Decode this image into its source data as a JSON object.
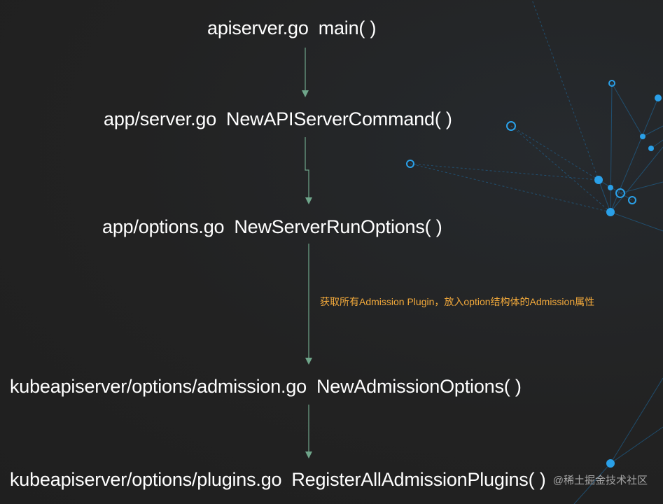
{
  "flow": {
    "nodes": [
      {
        "file": "apiserver.go",
        "func": "main( )"
      },
      {
        "file": "app/server.go",
        "func": "NewAPIServerCommand( )"
      },
      {
        "file": "app/options.go",
        "func": "NewServerRunOptions( )"
      },
      {
        "file": "kubeapiserver/options/admission.go",
        "func": "NewAdmissionOptions( )"
      },
      {
        "file": "kubeapiserver/options/plugins.go",
        "func": "RegisterAllAdmissionPlugins( )"
      }
    ],
    "annotation": "获取所有Admission Plugin，放入option结构体的Admission属性"
  },
  "watermark": "@稀土掘金技术社区",
  "colors": {
    "background": "#232323",
    "text": "#ffffff",
    "arrow": "#6fa58a",
    "annotation": "#f2a93b",
    "network": "#1e90d6"
  },
  "decoration": "network-graph"
}
